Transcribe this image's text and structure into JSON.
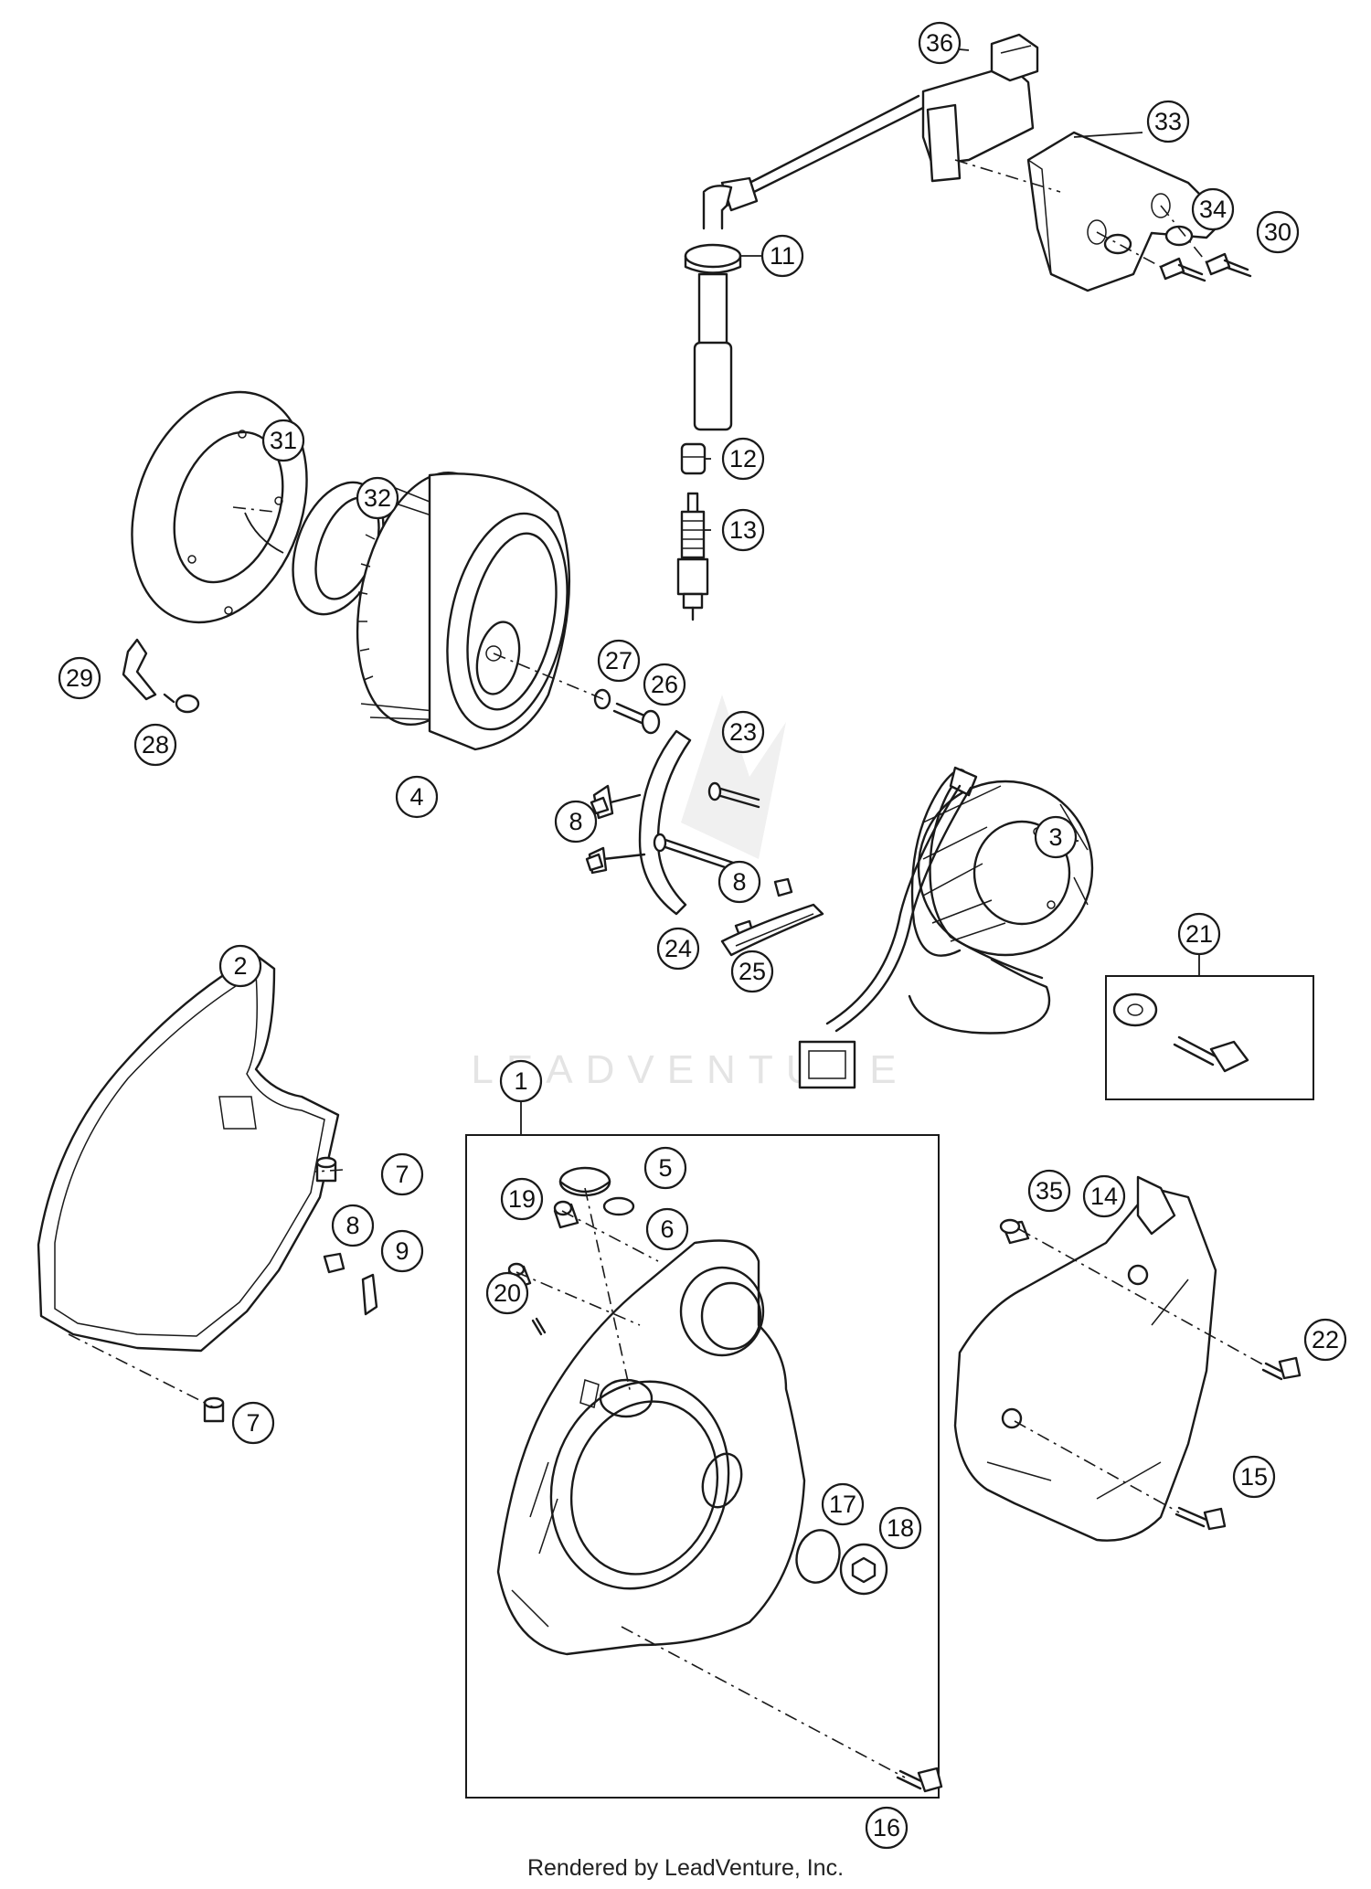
{
  "watermark": "LEADVENTURE",
  "footer": "Rendered by LeadVenture, Inc.",
  "callouts": {
    "c1": "1",
    "c2": "2",
    "c3": "3",
    "c4": "4",
    "c5": "5",
    "c6": "6",
    "c7a": "7",
    "c7b": "7",
    "c8a": "8",
    "c8b": "8",
    "c8c": "8",
    "c9": "9",
    "c11": "11",
    "c12": "12",
    "c13": "13",
    "c14": "14",
    "c15": "15",
    "c16": "16",
    "c17": "17",
    "c18": "18",
    "c19": "19",
    "c20": "20",
    "c21": "21",
    "c22": "22",
    "c23": "23",
    "c24": "24",
    "c25": "25",
    "c26": "26",
    "c27": "27",
    "c28": "28",
    "c29": "29",
    "c30": "30",
    "c31": "31",
    "c32": "32",
    "c33": "33",
    "c34": "34",
    "c35": "35",
    "c36": "36"
  }
}
